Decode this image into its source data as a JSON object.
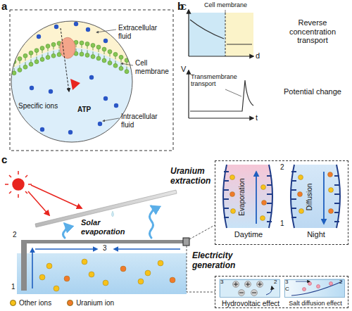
{
  "diagram": {
    "nodes": [
      {
        "text": [
          "Uranium extraction"
        ]
      },
      {
        "text": [
          "Evaporation",
          "Daytime"
        ],
        "in": 0
      },
      {
        "text": [
          "Diffusion",
          "Night"
        ],
        "in": 0
      },
      {
        "text": [
          "Electricity generation"
        ]
      },
      {
        "text": [
          "Hydrovoltaic effect"
        ],
        "in": 3
      },
      {
        "text": [
          "Salt diffusion effect"
        ],
        "in": 3
      }
    ],
    "labels": [
      "a",
      "Extracellular fluid",
      "Cell membrane",
      "Specific ions",
      "ATP",
      "Intracellular fluid",
      "b",
      "C",
      "Cell membrane",
      "d",
      "Reverse concentration transport",
      "V",
      "Transmembrane transport",
      "t",
      "Potential change",
      "c",
      "Solar evaporation",
      "2",
      "1",
      "1",
      "2",
      "3",
      "3",
      "2",
      "3",
      "2",
      "C"
    ],
    "legend": [
      {
        "text": "Other ions",
        "color": "#f7c21a"
      },
      {
        "text": "Uranium ion",
        "color": "#f07a2a"
      }
    ]
  }
}
